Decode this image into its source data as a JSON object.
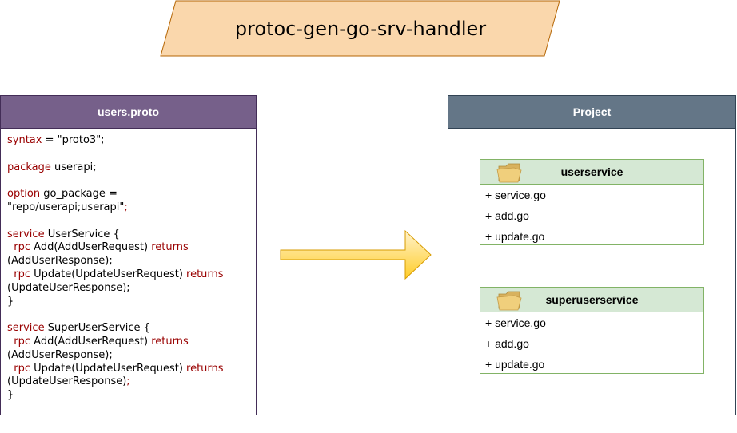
{
  "title": "protoc-gen-go-srv-handler",
  "proto": {
    "header": "users.proto",
    "lines": [
      [
        {
          "t": "syntax",
          "k": true
        },
        {
          "t": " = \"proto3\";"
        }
      ],
      [],
      [
        {
          "t": "package",
          "k": true
        },
        {
          "t": " userapi;"
        }
      ],
      [],
      [
        {
          "t": "option",
          "k": true
        },
        {
          "t": " go_package ="
        }
      ],
      [
        {
          "t": "\"repo/userapi;userapi\""
        },
        {
          "t": ";",
          "k": true
        }
      ],
      [],
      [
        {
          "t": "service",
          "k": true
        },
        {
          "t": " UserService {"
        }
      ],
      [
        {
          "t": "  "
        },
        {
          "t": "rpc",
          "k": true
        },
        {
          "t": " Add(AddUserRequest) "
        },
        {
          "t": "returns",
          "k": true
        }
      ],
      [
        {
          "t": "(AddUserResponse);"
        }
      ],
      [
        {
          "t": "  "
        },
        {
          "t": "rpc",
          "k": true
        },
        {
          "t": " Update(UpdateUserRequest) "
        },
        {
          "t": "returns",
          "k": true
        }
      ],
      [
        {
          "t": "(UpdateUserResponse);"
        }
      ],
      [
        {
          "t": "}"
        }
      ],
      [],
      [
        {
          "t": "service",
          "k": true
        },
        {
          "t": " SuperUserService {"
        }
      ],
      [
        {
          "t": "  "
        },
        {
          "t": "rpc",
          "k": true
        },
        {
          "t": " Add(AddUserRequest) "
        },
        {
          "t": "returns",
          "k": true
        }
      ],
      [
        {
          "t": "(AddUserResponse);"
        }
      ],
      [
        {
          "t": "  "
        },
        {
          "t": "rpc",
          "k": true
        },
        {
          "t": " Update(UpdateUserRequest) "
        },
        {
          "t": "returns",
          "k": true
        }
      ],
      [
        {
          "t": "(UpdateUserResponse)"
        },
        {
          "t": ";",
          "k": true
        }
      ],
      [
        {
          "t": "}"
        }
      ]
    ]
  },
  "project": {
    "header": "Project",
    "packages": [
      {
        "name": "userservice",
        "icon": "folder-icon",
        "items": [
          "+ service.go",
          "+ add.go",
          "+ update.go"
        ]
      },
      {
        "name": "superuserservice",
        "icon": "folder-icon",
        "items": [
          "+ service.go",
          "+ add.go",
          "+ update.go"
        ]
      }
    ]
  },
  "colors": {
    "title_fill": "#fad7ac",
    "title_stroke": "#b46504",
    "proto_header": "#76608a",
    "project_header": "#647687",
    "package_header": "#d5e8d4",
    "package_stroke": "#82b366",
    "keyword": "#990000",
    "arrow_fill": "#ffcd28",
    "arrow_stroke": "#d79b00"
  }
}
